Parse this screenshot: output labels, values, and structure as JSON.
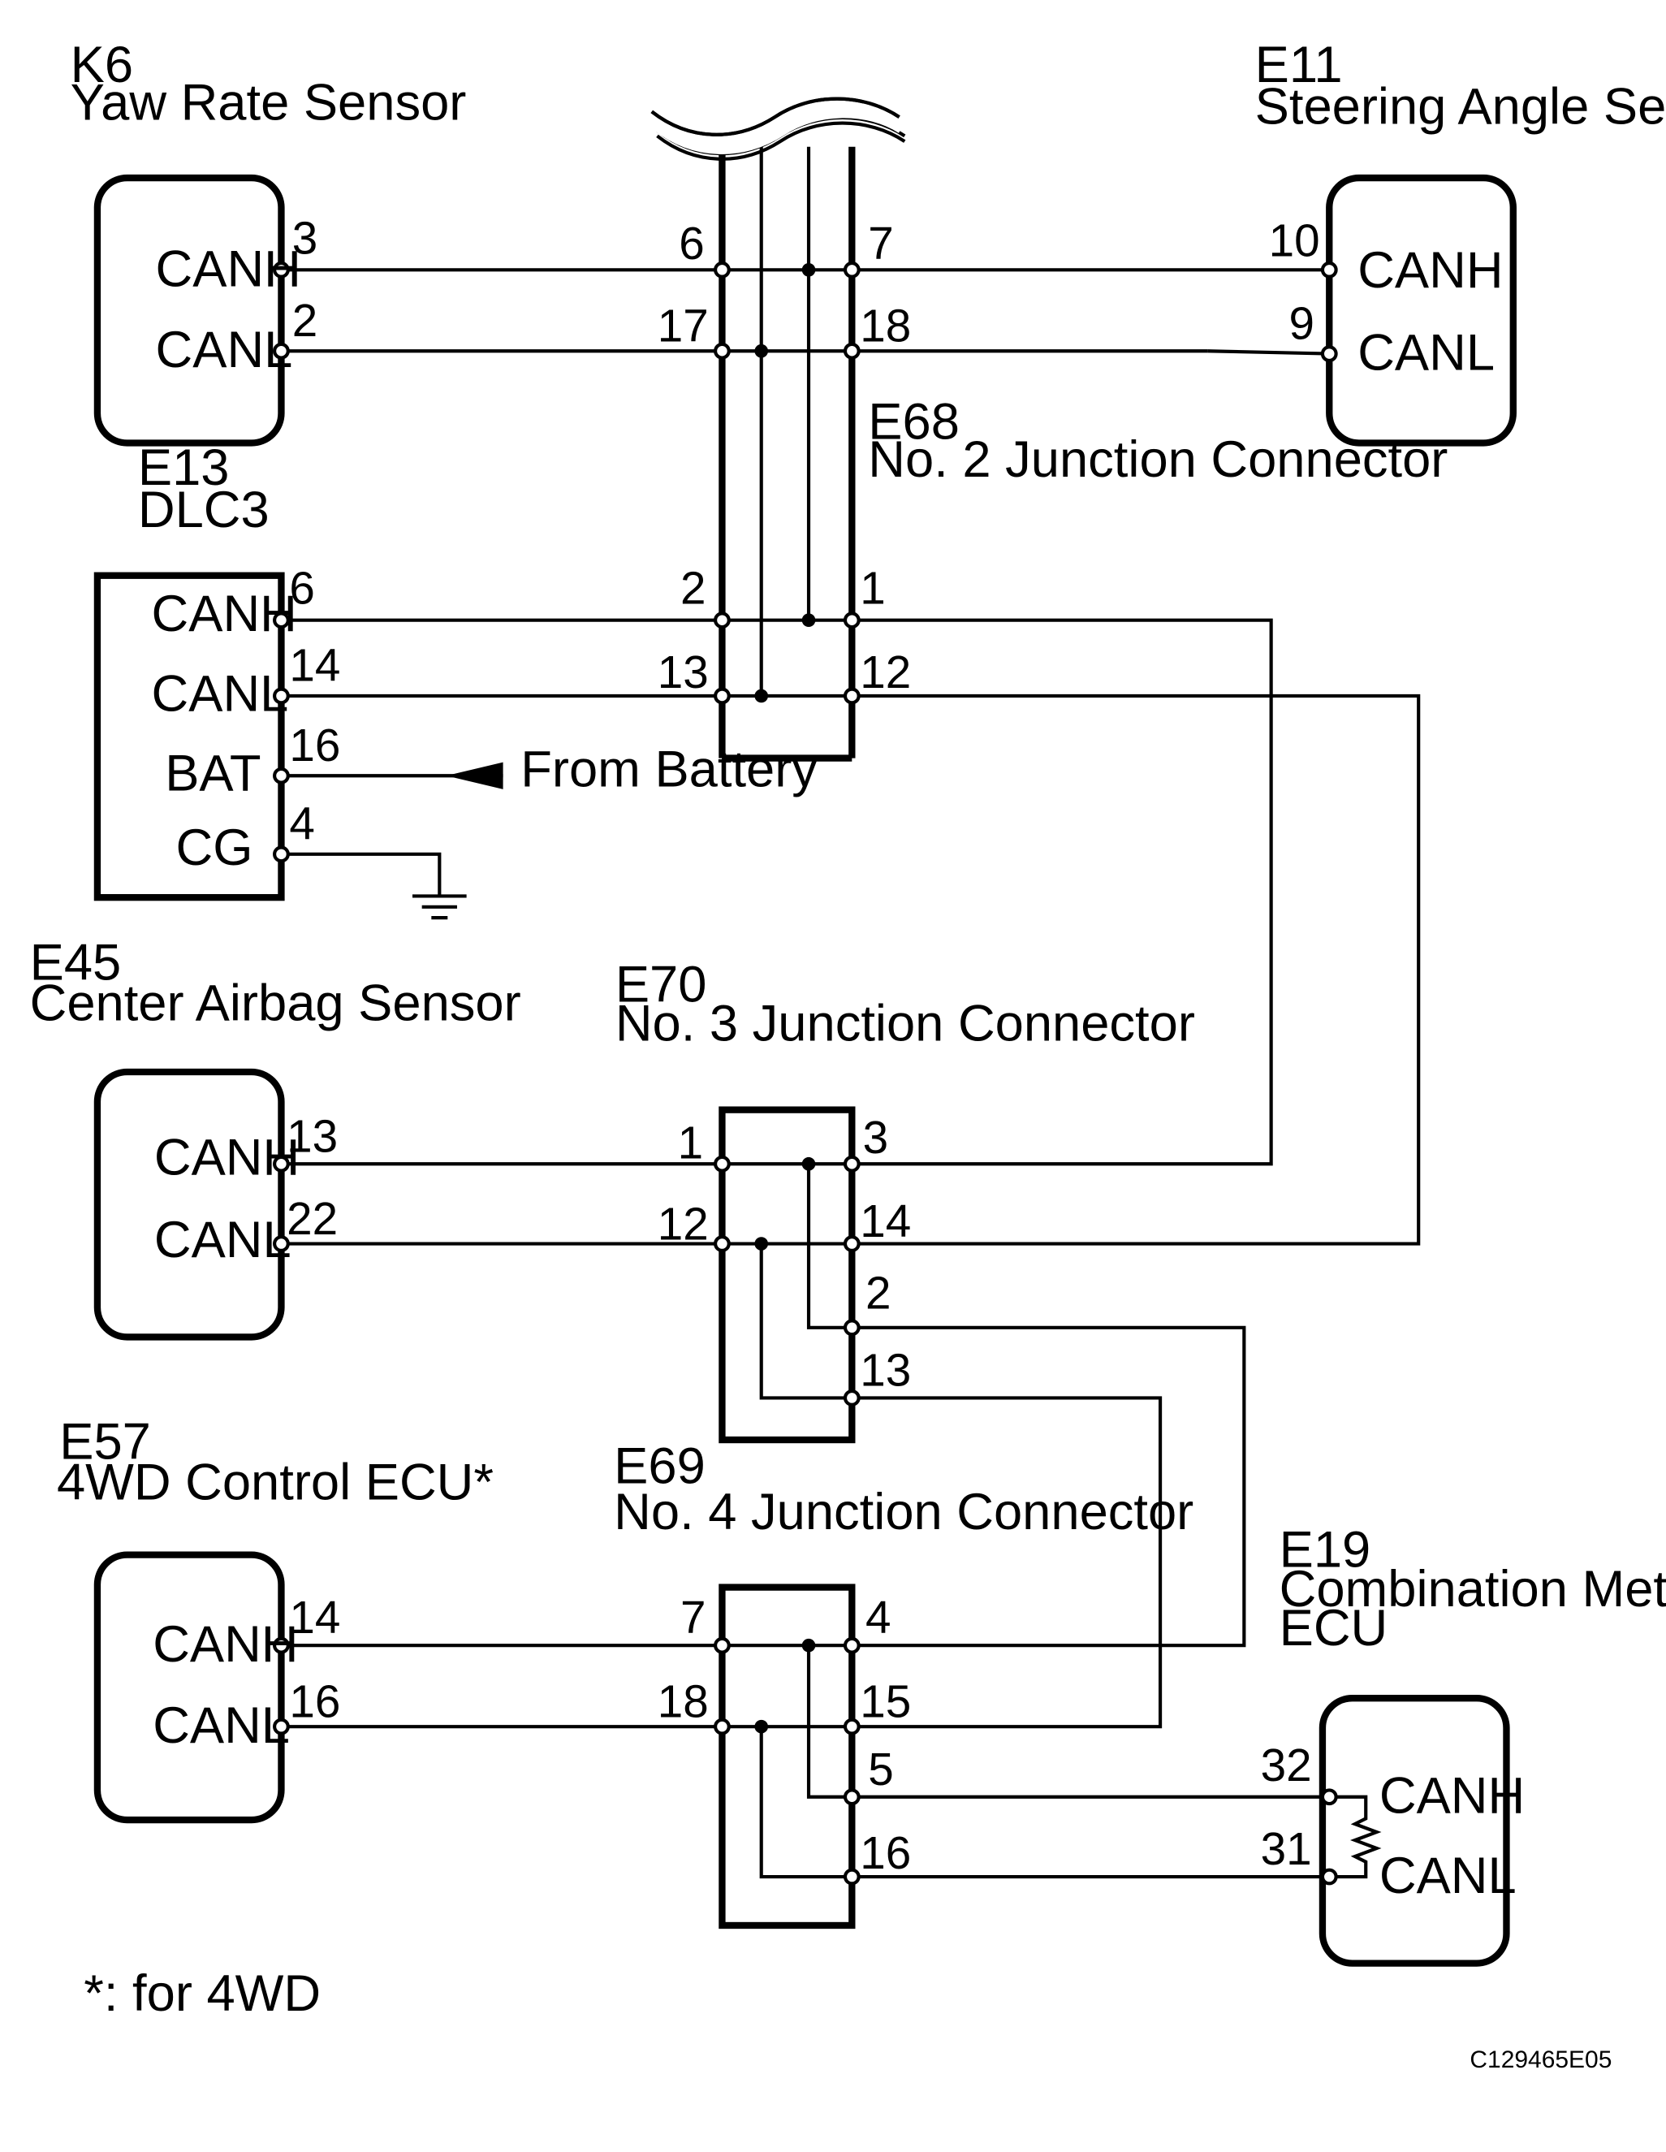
{
  "components": {
    "k6": {
      "code": "K6",
      "name": "Yaw Rate Sensor",
      "pins": [
        "CANH",
        "CANL"
      ],
      "pin_numbers": [
        "3",
        "2"
      ]
    },
    "e11": {
      "code": "E11",
      "name": "Steering Angle Sensor",
      "pins": [
        "CANH",
        "CANL"
      ],
      "pin_numbers": [
        "10",
        "9"
      ]
    },
    "e13": {
      "code": "E13",
      "name": "DLC3",
      "pins": [
        "CANH",
        "CANL",
        "BAT",
        "CG"
      ],
      "pin_numbers": [
        "6",
        "14",
        "16",
        "4"
      ]
    },
    "e45": {
      "code": "E45",
      "name": "Center Airbag Sensor",
      "pins": [
        "CANH",
        "CANL"
      ],
      "pin_numbers": [
        "13",
        "22"
      ]
    },
    "e57": {
      "code": "E57",
      "name": "4WD Control ECU*",
      "pins": [
        "CANH",
        "CANL"
      ],
      "pin_numbers": [
        "14",
        "16"
      ]
    },
    "e19": {
      "code": "E19",
      "name_line1": "Combination Meter",
      "name_line2": "ECU",
      "pins": [
        "CANH",
        "CANL"
      ],
      "pin_numbers": [
        "32",
        "31"
      ]
    }
  },
  "junctions": {
    "e68": {
      "code": "E68",
      "name": "No. 2 Junction Connector",
      "pins": [
        "6",
        "7",
        "17",
        "18",
        "2",
        "1",
        "13",
        "12"
      ]
    },
    "e70": {
      "code": "E70",
      "name": "No. 3 Junction Connector",
      "pins": [
        "1",
        "3",
        "12",
        "14",
        "2",
        "13"
      ]
    },
    "e69": {
      "code": "E69",
      "name": "No. 4 Junction Connector",
      "pins": [
        "7",
        "4",
        "18",
        "15",
        "5",
        "16"
      ]
    }
  },
  "battery_label": "From Battery",
  "footnote": "*: for 4WD",
  "figure_code": "C129465E05"
}
